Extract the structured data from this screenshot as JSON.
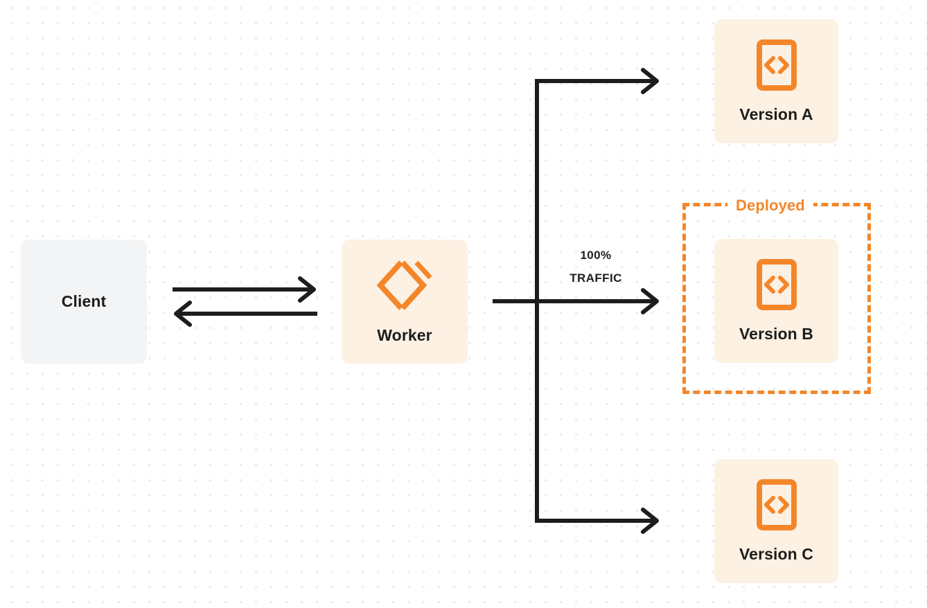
{
  "diagram": {
    "title": "Worker version traffic routing",
    "colors": {
      "accent_orange": "#f4862a",
      "node_orange_bg": "#fdf1e4",
      "node_gray_bg": "#f3f4f5",
      "line_dark": "#1d1d1b",
      "dot_grid": "#e9eaeb",
      "canvas_bg": "#ffffff"
    },
    "nodes": {
      "client": {
        "label": "Client",
        "icon": "none"
      },
      "worker": {
        "label": "Worker",
        "icon": "worker-logo-icon"
      },
      "version_a": {
        "label": "Version A",
        "icon": "code-file-icon"
      },
      "version_b": {
        "label": "Version B",
        "icon": "code-file-icon"
      },
      "version_c": {
        "label": "Version C",
        "icon": "code-file-icon"
      }
    },
    "group": {
      "deployed_label": "Deployed",
      "style": "dashed-orange-border"
    },
    "edges": {
      "traffic_percent": "100%",
      "traffic_word": "TRAFFIC",
      "client_to_worker": "request arrow (right)",
      "worker_to_client": "response arrow (left)",
      "worker_to_version_a": "branch arrow (top)",
      "worker_to_version_b": "branch arrow (middle, 100% traffic)",
      "worker_to_version_c": "branch arrow (bottom)"
    }
  }
}
